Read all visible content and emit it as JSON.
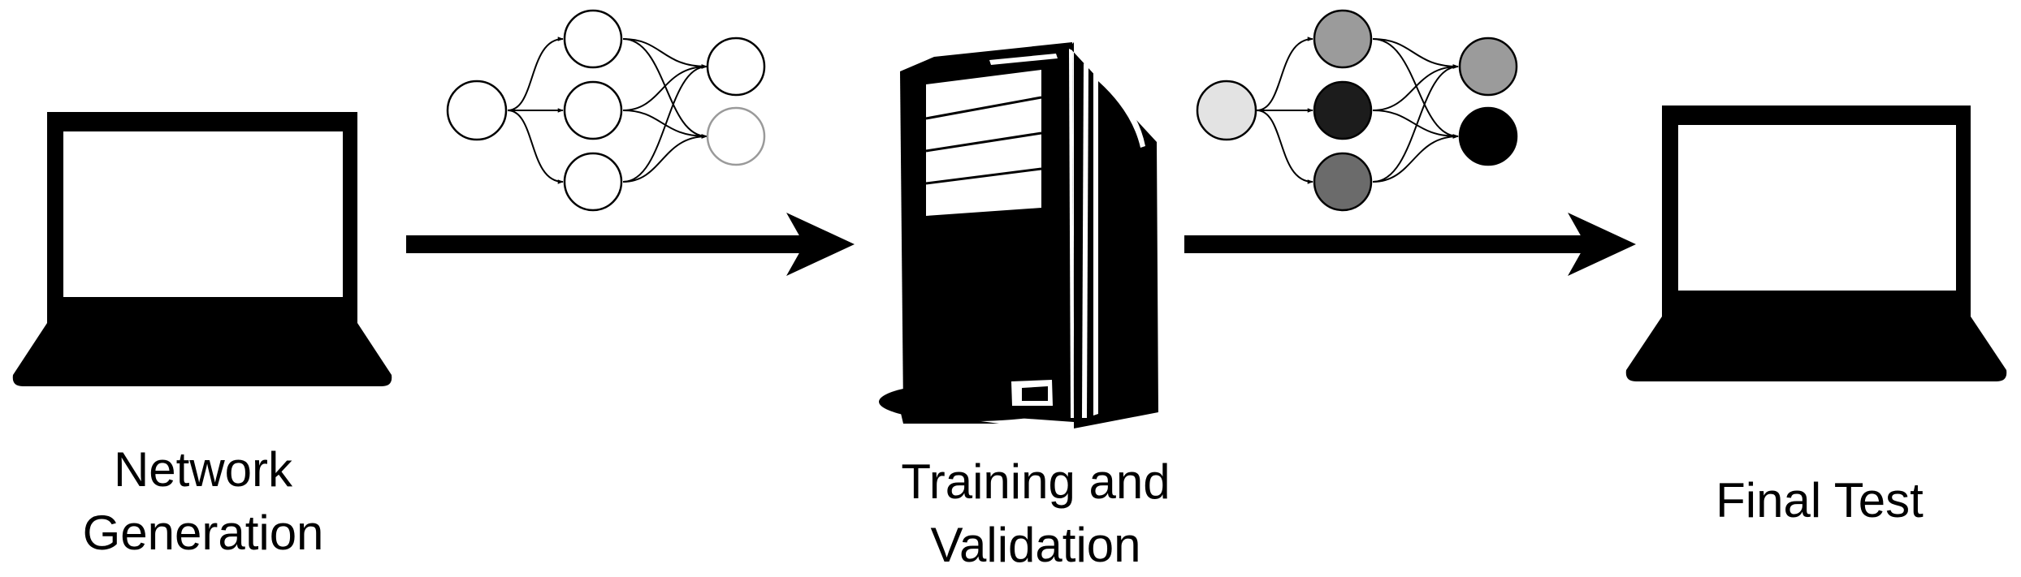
{
  "stages": [
    {
      "id": "network_generation",
      "label_lines": [
        "Network",
        "Generation"
      ],
      "icon": "laptop-icon"
    },
    {
      "id": "training_validation",
      "label_lines": [
        "Training and",
        "Validation"
      ],
      "icon": "server-tower-icon"
    },
    {
      "id": "final_test",
      "label_lines": [
        "Final Test"
      ],
      "icon": "laptop-icon"
    }
  ],
  "networks": {
    "untrained": {
      "node_colors": {
        "input": "#ffffff",
        "hidden_top": "#ffffff",
        "hidden_middle": "#ffffff",
        "hidden_bottom": "#ffffff",
        "output_top": "#ffffff",
        "output_bottom": "#ffffff"
      },
      "output_bottom_stroke": "#9a9a9a"
    },
    "trained": {
      "node_colors": {
        "input": "#e3e3e3",
        "hidden_top": "#9b9b9b",
        "hidden_middle": "#1c1c1c",
        "hidden_bottom": "#6b6b6b",
        "output_top": "#9b9b9b",
        "output_bottom": "#000000"
      }
    }
  },
  "colors": {
    "ink": "#000000",
    "background": "#ffffff"
  }
}
